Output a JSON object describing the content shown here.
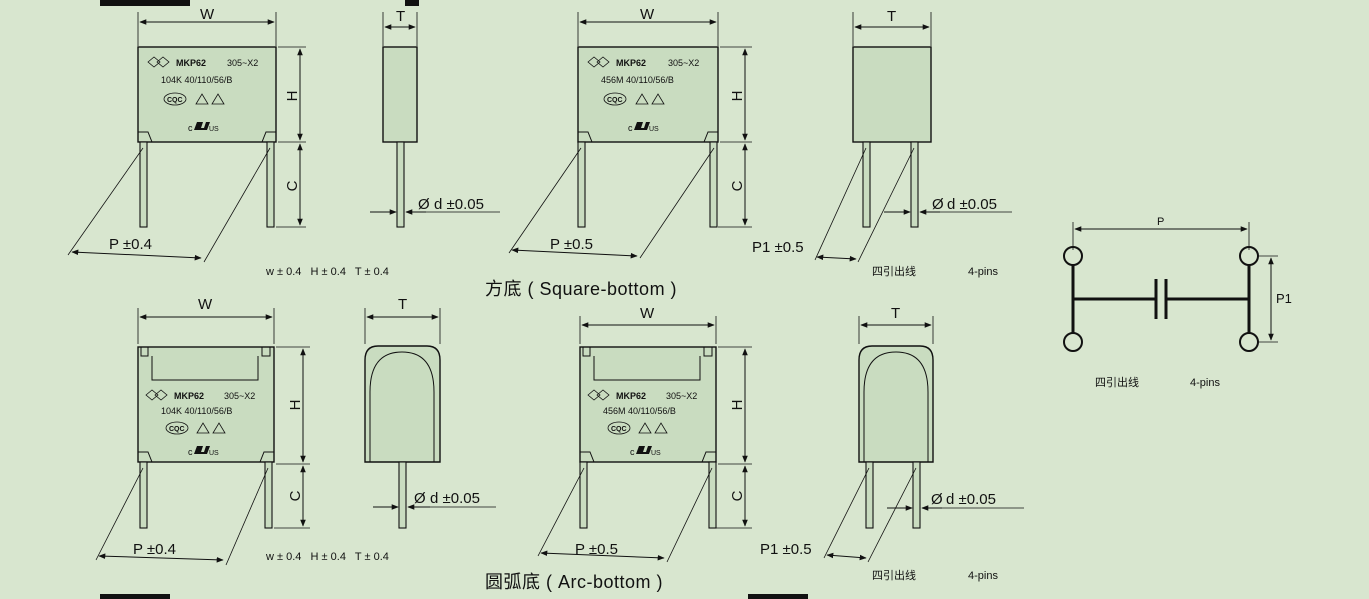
{
  "dims": {
    "W": "W",
    "T": "T",
    "H": "H",
    "C": "C",
    "P04": "P ±0.4",
    "P05": "P ±0.5",
    "P1_05": "P1 ±0.5",
    "d005": "d ±0.05",
    "phi": "Ø"
  },
  "cap_a": {
    "brand": "MKP62",
    "rating": "305~X2",
    "spec": "104K 40/110/56/B",
    "cqc": "CQC",
    "ul_c": "c",
    "ul_us": "US"
  },
  "cap_b": {
    "brand": "MKP62",
    "rating": "305~X2",
    "spec": "456M 40/110/56/B",
    "cqc": "CQC",
    "ul_c": "c",
    "ul_us": "US"
  },
  "tolerance": "w ± 0.4   H ± 0.4   T ± 0.4",
  "four_pins_cn": "四引出线",
  "four_pins_en": "4-pins",
  "caption_square": "方底 ( Square-bottom )",
  "caption_arc": "圆弧底 ( Arc-bottom )",
  "schematic": {
    "P": "P",
    "P1": "P1"
  }
}
